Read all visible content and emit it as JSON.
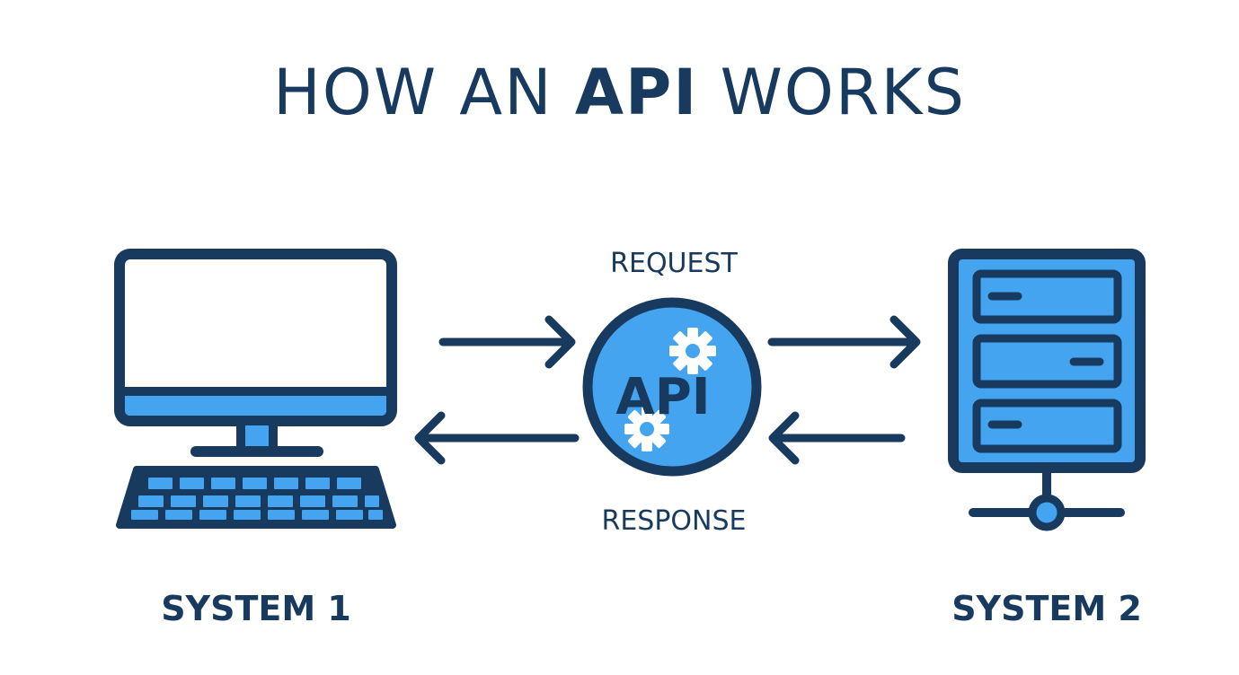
{
  "title": {
    "part1": "HOW AN ",
    "emphasis": "API",
    "part2": " WORKS"
  },
  "hub": {
    "label": "API"
  },
  "flows": {
    "request": "REQUEST",
    "response": "RESPONSE"
  },
  "systems": {
    "left": {
      "label": "SYSTEM 1",
      "icon": "desktop-computer-icon"
    },
    "right": {
      "label": "SYSTEM 2",
      "icon": "server-rack-icon"
    }
  },
  "colors": {
    "stroke": "#173a5e",
    "fill": "#44a4f0",
    "background": "#ffffff"
  }
}
